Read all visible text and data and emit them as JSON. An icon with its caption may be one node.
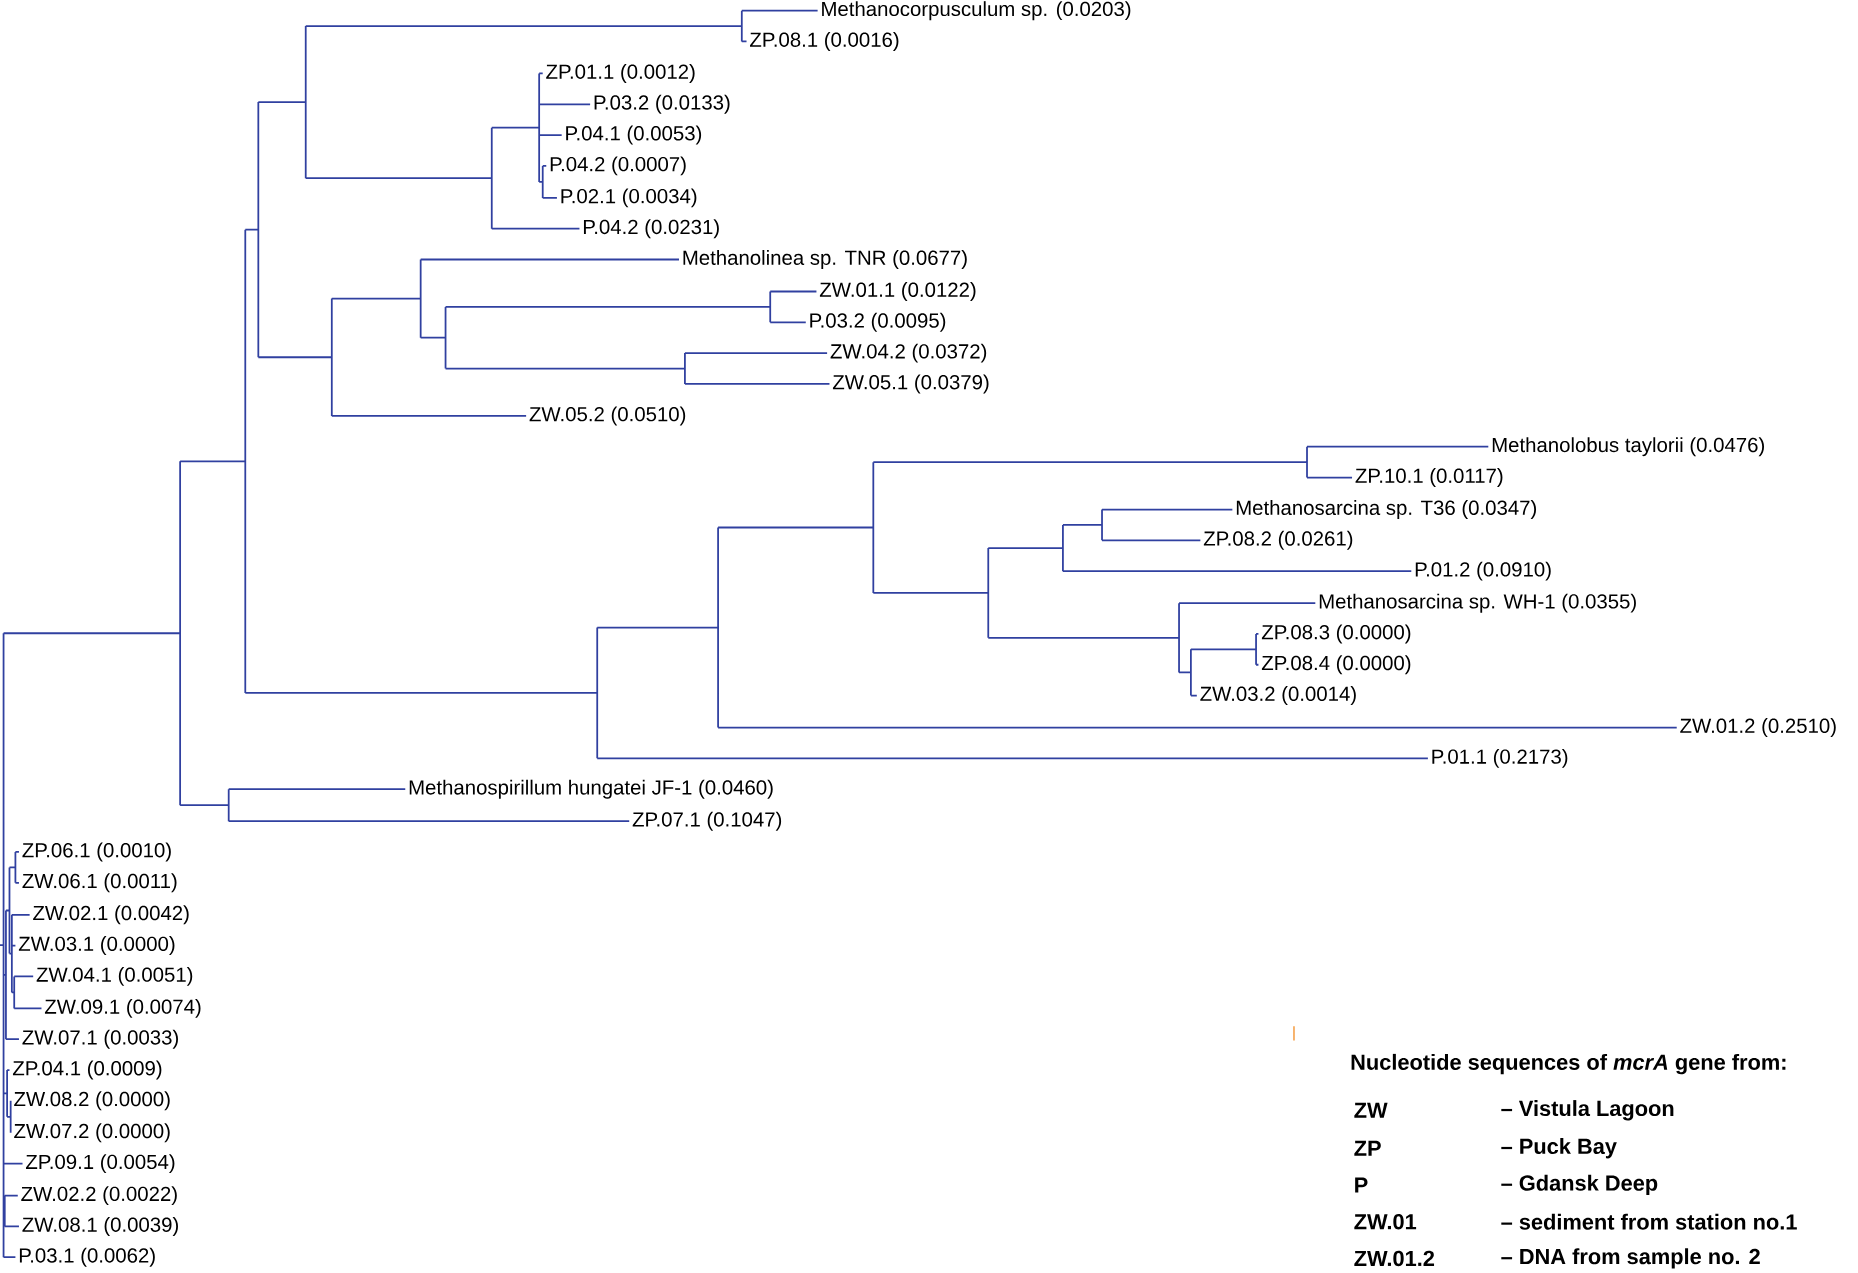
{
  "diagram": {
    "labels": [
      "Methanocorpusculum sp. (0.0203)",
      "ZP.08.1 (0.0016)",
      "ZP.01.1 (0.0012)",
      "P.03.2 (0.0133)",
      "P.04.1 (0.0053)",
      "P.04.2 (0.0007)",
      "P.02.1 (0.0034)",
      "P.04.2 (0.0231)",
      "Methanolinea sp. TNR (0.0677)",
      "ZW.01.1 (0.0122)",
      "P.03.2 (0.0095)",
      "ZW.04.2 (0.0372)",
      "ZW.05.1 (0.0379)",
      "ZW.05.2 (0.0510)",
      "Methanolobus taylorii (0.0476)",
      "ZP.10.1 (0.0117)",
      "Methanosarcina sp. T36 (0.0347)",
      "ZP.08.2 (0.0261)",
      "P.01.2 (0.0910)",
      "Methanosarcina sp. WH-1 (0.0355)",
      "ZP.08.3 (0.0000)",
      "ZP.08.4 (0.0000)",
      "ZW.03.2 (0.0014)",
      "ZW.01.2 (0.2510)",
      "P.01.1 (0.2173)",
      "Methanospirillum hungatei JF-1 (0.0460)",
      "ZP.07.1 (0.1047)",
      "ZP.06.1 (0.0010)",
      "ZW.06.1 (0.0011)",
      "ZW.02.1 (0.0042)",
      "ZW.03.1 (0.0000)",
      "ZW.04.1 (0.0051)",
      "ZW.09.1 (0.0074)",
      "ZW.07.1 (0.0033)",
      "ZP.04.1 (0.0009)",
      "ZW.08.2 (0.0000)",
      "ZW.07.2 (0.0000)",
      "ZP.09.1 (0.0054)",
      "ZW.02.2 (0.0022)",
      "ZW.08.1 (0.0039)",
      "P.03.1 (0.0062)",
      "Nucleotide sequences of *mcrA* gene from:",
      "ZW",
      "– Vistula Lagoon",
      "ZP",
      "– Puck Bay",
      "P",
      "– Gdansk Deep",
      "ZW.01",
      "– sediment from station no.1",
      "ZW.01.2",
      "– DNA from sample no. 2"
    ]
  }
}
